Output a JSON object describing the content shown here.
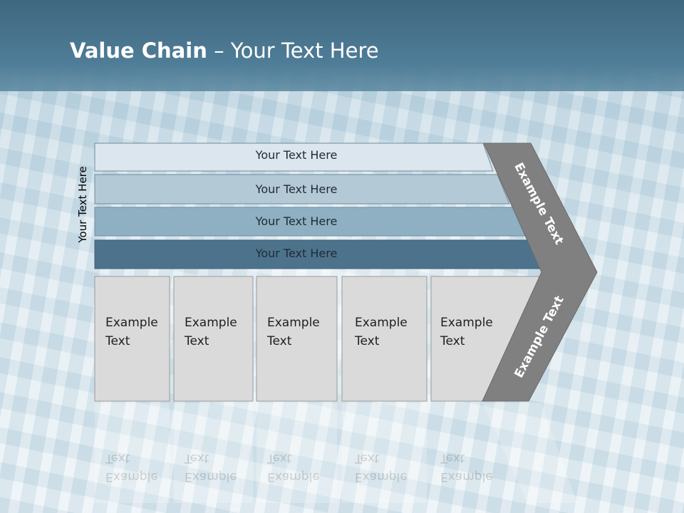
{
  "slide": {
    "title_bold": "Value Chain",
    "title_rest": " – Your Text Here",
    "side_label": "Your Text Here"
  },
  "bars": [
    {
      "label": "Your Text Here",
      "color": "#dce6ee"
    },
    {
      "label": "Your Text Here",
      "color": "#b3c9d6"
    },
    {
      "label": "Your Text Here",
      "color": "#8eb0c2"
    },
    {
      "label": "Your Text Here",
      "color": "#4d738c"
    }
  ],
  "boxes": [
    {
      "line1": "Example",
      "line2": "Text"
    },
    {
      "line1": "Example",
      "line2": "Text"
    },
    {
      "line1": "Example",
      "line2": "Text"
    },
    {
      "line1": "Example",
      "line2": "Text"
    },
    {
      "line1": "Example",
      "line2": "Text"
    }
  ],
  "chevron": {
    "upper_label": "Example Text",
    "lower_label": "Example Text",
    "color": "#808080"
  },
  "colors": {
    "header": "#4a7690",
    "box_fill": "#dadada",
    "box_border": "#9a9a9a"
  }
}
